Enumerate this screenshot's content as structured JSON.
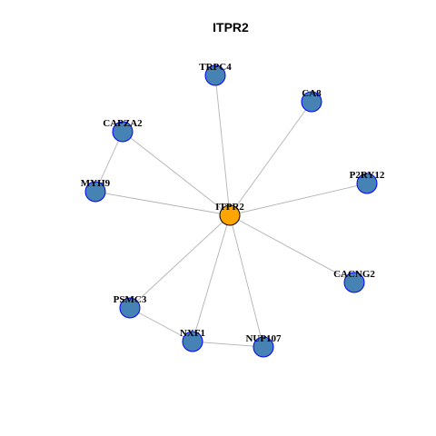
{
  "title": "ITPR2",
  "colors": {
    "hub_fill": "#FFA500",
    "hub_stroke": "#000000",
    "node_fill": "#4682B4",
    "node_stroke": "#0000FF",
    "edge": "#B3B3B3"
  },
  "nodes": [
    {
      "id": "ITPR2",
      "label": "ITPR2",
      "hub": true
    },
    {
      "id": "TRPC4",
      "label": "TRPC4",
      "hub": false
    },
    {
      "id": "CA8",
      "label": "CA8",
      "hub": false
    },
    {
      "id": "CAPZA2",
      "label": "CAPZA2",
      "hub": false
    },
    {
      "id": "P2RY12",
      "label": "P2RY12",
      "hub": false
    },
    {
      "id": "MYH9",
      "label": "MYH9",
      "hub": false
    },
    {
      "id": "CACNG2",
      "label": "CACNG2",
      "hub": false
    },
    {
      "id": "PSMC3",
      "label": "PSMC3",
      "hub": false
    },
    {
      "id": "NXF1",
      "label": "NXF1",
      "hub": false
    },
    {
      "id": "NUP107",
      "label": "NUP107",
      "hub": false
    }
  ],
  "edges": [
    [
      "ITPR2",
      "TRPC4"
    ],
    [
      "ITPR2",
      "CA8"
    ],
    [
      "ITPR2",
      "CAPZA2"
    ],
    [
      "ITPR2",
      "P2RY12"
    ],
    [
      "ITPR2",
      "MYH9"
    ],
    [
      "ITPR2",
      "CACNG2"
    ],
    [
      "ITPR2",
      "PSMC3"
    ],
    [
      "ITPR2",
      "NXF1"
    ],
    [
      "ITPR2",
      "NUP107"
    ],
    [
      "CAPZA2",
      "MYH9"
    ],
    [
      "PSMC3",
      "NXF1"
    ],
    [
      "NXF1",
      "NUP107"
    ]
  ]
}
